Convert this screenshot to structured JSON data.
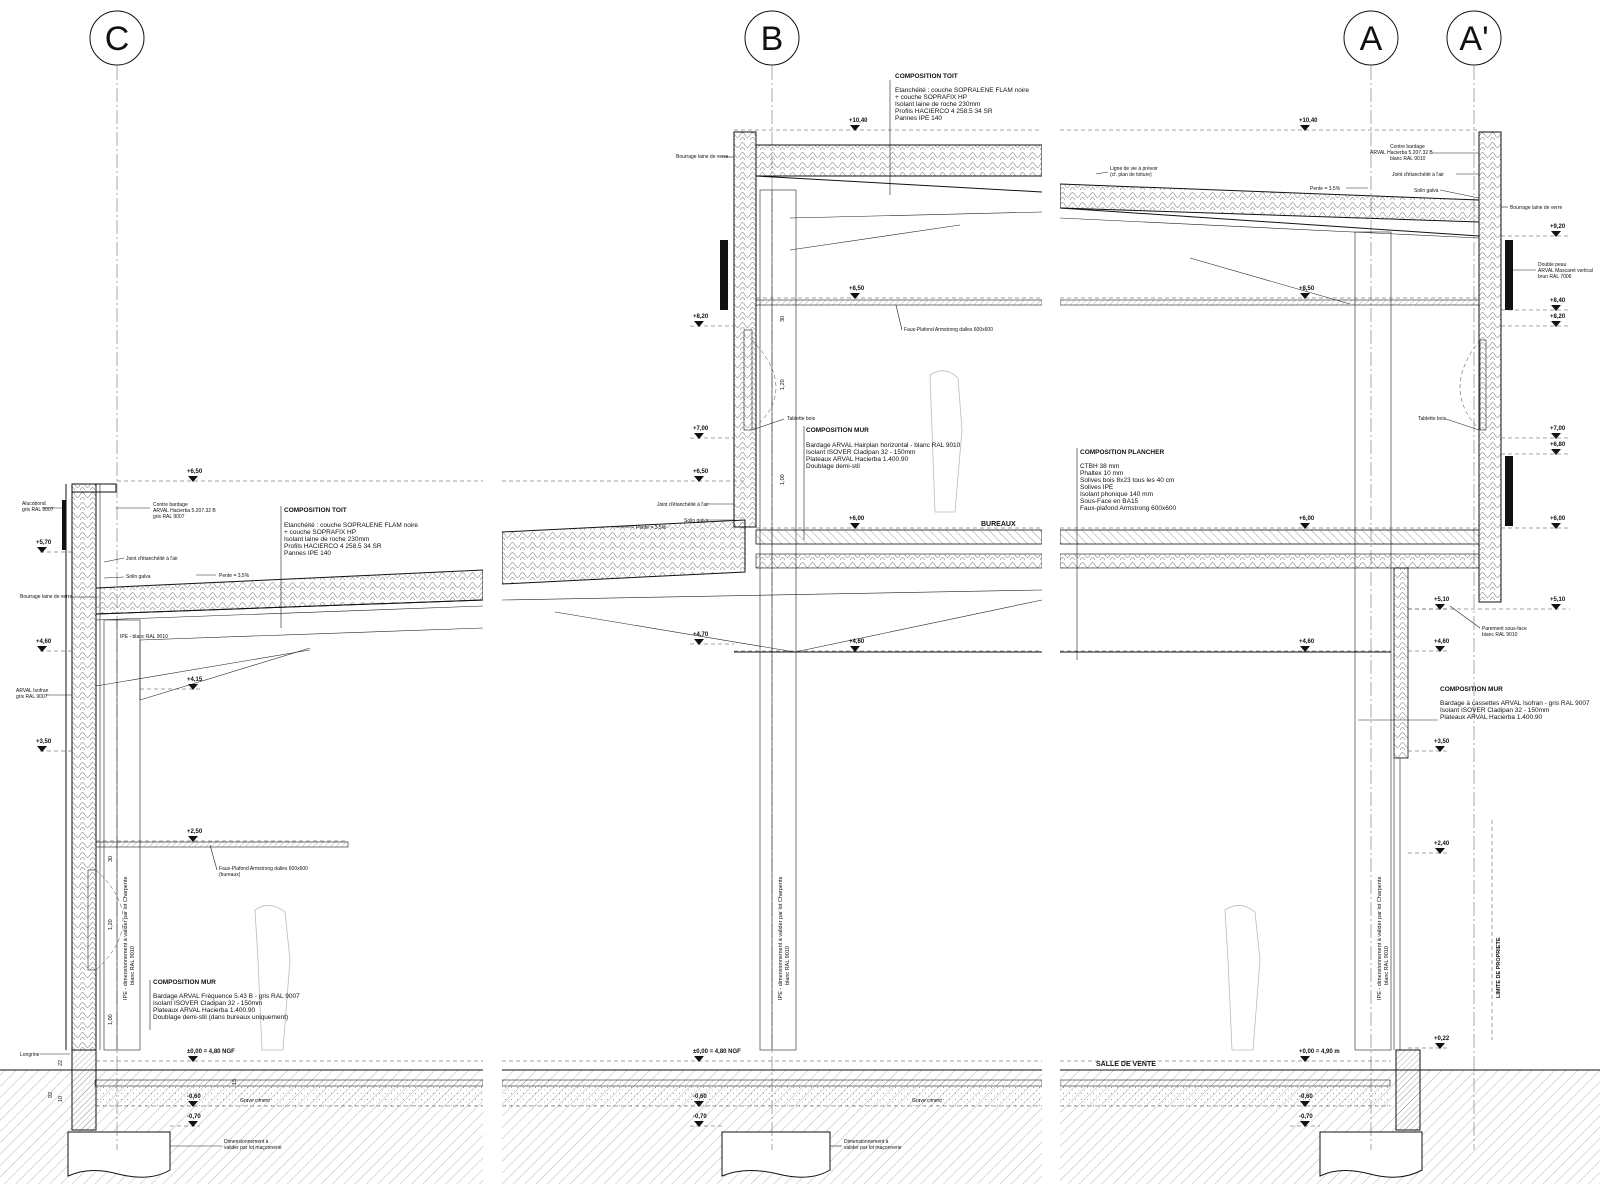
{
  "axes": [
    "C",
    "B",
    "A",
    "A'"
  ],
  "levels": {
    "p1040": "+10,40",
    "p920": "+9,20",
    "p850": "+8,50",
    "p840": "+8,40",
    "p820": "+8,20",
    "p700": "+7,00",
    "p680": "+6,80",
    "p650": "+6,50",
    "p600": "+6,00",
    "p570": "+5,70",
    "p510": "+5,10",
    "p470": "+4,70",
    "p460": "+4,60",
    "p415": "+4,15",
    "p350": "+3,50",
    "p250": "+2,50",
    "p240": "+2,40",
    "p022": "+0,22",
    "zero_ngf": "±0,00 = 4,80 NGF",
    "zero_m": "+0,00 = 4,90 m",
    "m060": "-0,60",
    "m070": "-0,70"
  },
  "rooms": {
    "bureaux": "BUREAUX",
    "salle": "SALLE DE VENTE"
  },
  "compositions": {
    "toit_top": {
      "title": "COMPOSITION TOIT",
      "lines": [
        "Etanchéité : couche SOPRALENE FLAM noire",
        "+ couche SOPRAFIX HP",
        "Isolant laine de roche 230mm",
        "Profils HACIERCO 4 258.5 34 SR",
        "Pannes IPE 140"
      ]
    },
    "toit_left": {
      "title": "COMPOSITION TOIT",
      "lines": [
        "Etanchéité : couche SOPRALENE FLAM noire",
        "+ couche SOPRAFIX HP",
        "Isolant laine de roche 230mm",
        "Profils HACIERCO 4 258.5 34 SR",
        "Pannes IPE 140"
      ]
    },
    "mur_b": {
      "title": "COMPOSITION MUR",
      "lines": [
        "Bardage ARVAL Hairplan horizontal - blanc RAL 9010",
        "Isolant ISOVER Cladipan 32 - 150mm",
        "Plateaux ARVAL Hacierba 1.400.90",
        "Doublage demi-stil"
      ]
    },
    "plancher": {
      "title": "COMPOSITION PLANCHER",
      "lines": [
        "CTBH 38 mm",
        "Phaltex 10 mm",
        "Solives bois 8x23 tous les 40 cm",
        "Solives IPE",
        "Isolant phonique 140 mm",
        "Sous-Face en BA15",
        "Faux-plafond Armstrong 600x600"
      ]
    },
    "mur_a": {
      "title": "COMPOSITION MUR",
      "lines": [
        "Bardage à cassettes ARVAL Isofran - gris RAL 9007",
        "Isolant ISOVER Cladipan 32 - 150mm",
        "Plateaux ARVAL Hacierba 1.400.90"
      ]
    },
    "mur_c": {
      "title": "COMPOSITION MUR",
      "lines": [
        "Bardage ARVAL Fréquence 5.43 B - gris RAL 9007",
        "Isolant ISOVER Cladipan 32 - 150mm",
        "Plateaux ARVAL Hacierba 1.400.90",
        "Doublage demi-stil (dans bureaux uniquement)"
      ]
    }
  },
  "annotations": {
    "alucobond": [
      "Alucobond",
      "gris RAL 9007"
    ],
    "contre_bardage_c": [
      "Contre bardage",
      "ARVAL Hacierba 5.207.32 B",
      "gris RAL 9007"
    ],
    "joint_c": "Joint d'étanchéité à l'air",
    "solin_c": "Solin galva",
    "bourrage_c": "Bourrage laine de verre",
    "arval_isofran": [
      "ARVAL Isofran",
      "gris RAL 9007"
    ],
    "ipe_c": "IPE - blanc RAL 9010",
    "faux_plafond_c": [
      "Faux-Plafond Armstrong dalles 600x600",
      "(bureaux)"
    ],
    "longrine": "Longrine",
    "grave_ciment": "Grave ciment",
    "dimensionnement": [
      "Dimensionnement à",
      "valider par lot maçonnerie"
    ],
    "bourrage_b": "Bourrage laine de verre",
    "faux_plafond_b": "Faux-Plafond Armstrong dalles 600x600",
    "tablette_b": "Tablette bois",
    "joint_b": "Joint d'étanchéité à l'air",
    "solin_b": "Solin galva",
    "ligne_vie": [
      "Ligne de vie à prévoir",
      "(cf. plan de toiture)"
    ],
    "contre_bardage_a": [
      "Contre bardage",
      "ARVAL Hacierba 5.207.32 B",
      "blanc RAL 9010"
    ],
    "joint_a": "Joint d'étanchéité à l'air",
    "solin_a": "Solin galva",
    "bourrage_a": "Bourrage laine de verre",
    "double_peau": [
      "Double peau",
      "ARVAL Mascaret vertical",
      "brun RAL 7006"
    ],
    "tablette_a": "Tablette bois",
    "parement": [
      "Parement sous-face",
      "blanc RAL 9010"
    ],
    "limite": "LIMITE DE PROPRIETE",
    "pente": "Pente = 3,5%",
    "ipe_vertical": [
      "IPE - dimensionnement à valider par lot Charpente",
      "blanc RAL 9010"
    ]
  },
  "dimensions": {
    "d30": "30",
    "d120": "1,20",
    "d100": "1,00",
    "d22": "22",
    "d10": "10",
    "d92": "92",
    "d15": "15"
  }
}
